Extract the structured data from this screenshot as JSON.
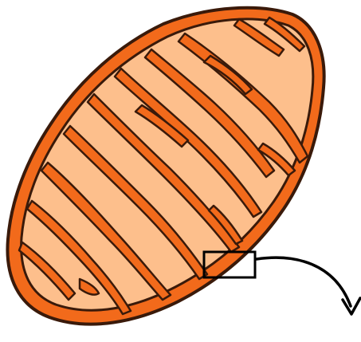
{
  "diagram": {
    "subject": "mitochondrion",
    "colors": {
      "background": "#ffffff",
      "matrix_fill": "#fdbf8c",
      "membrane_orange": "#f26a1b",
      "outline_dark": "#3a1a0a",
      "highlight_box": "#000000",
      "arrow": "#000000"
    },
    "parts": [
      "outer-membrane",
      "inner-membrane",
      "cristae",
      "matrix",
      "zoom-box",
      "zoom-arrow"
    ]
  }
}
